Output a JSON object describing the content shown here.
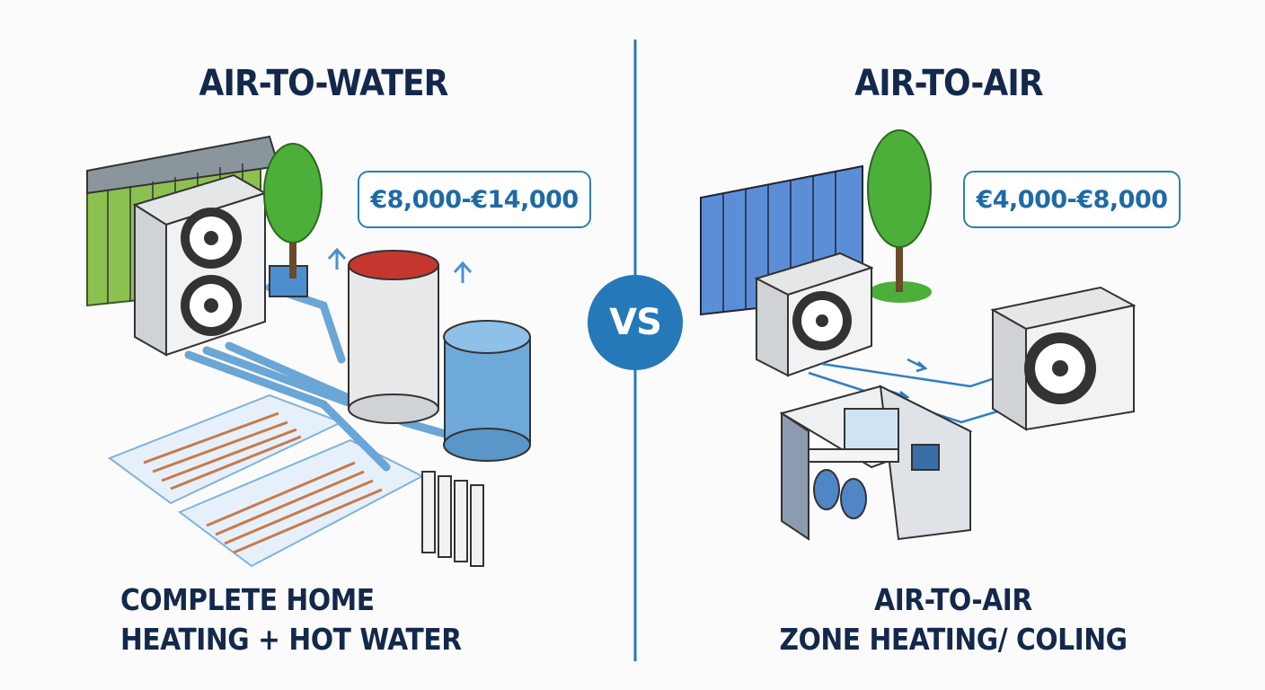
{
  "left": {
    "title": "AIR-TO-WATER",
    "price": "€8,000-€14,000",
    "caption_line1": "COMPLETE HOME",
    "caption_line2": "HEATING + HOT WATER"
  },
  "right": {
    "title": "AIR-TO-AIR",
    "price": "€4,000-€8,000",
    "caption_line1": "AIR-TO-AIR",
    "caption_line2": "ZONE HEATING/ COLING"
  },
  "vs_label": "VS",
  "colors": {
    "title": "#13294b",
    "accent": "#2579b8",
    "price_border": "#2b7fb3",
    "pipe": "#6aa6d6",
    "wall_green": "#8cc152",
    "wall_blue": "#5b8ed6",
    "tree": "#3c9a2e"
  }
}
